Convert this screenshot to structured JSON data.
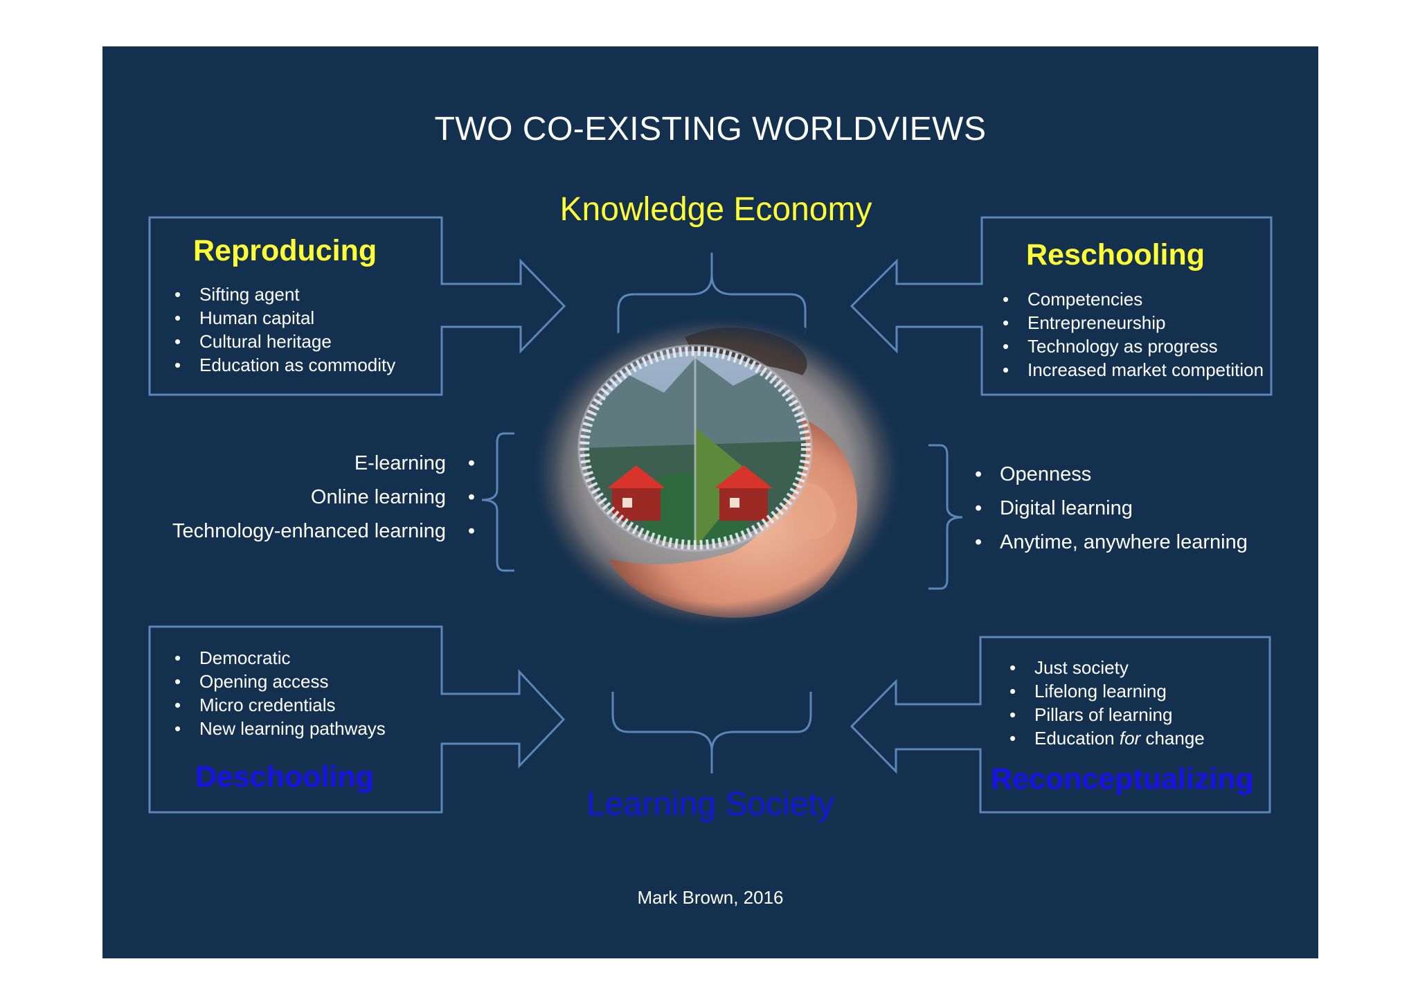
{
  "title": "TWO CO-EXISTING WORLDVIEWS",
  "center": {
    "top_label": "Knowledge Economy",
    "bottom_label": "Learning Society"
  },
  "quadrants": {
    "top_left": {
      "title": "Reproducing",
      "items": [
        "Sifting agent",
        "Human capital",
        "Cultural heritage",
        "Education as commodity"
      ]
    },
    "top_right": {
      "title": "Reschooling",
      "items": [
        "Competencies",
        "Entrepreneurship",
        "Technology as progress",
        "Increased market competition"
      ]
    },
    "bottom_left": {
      "title": "Deschooling",
      "items": [
        "Democratic",
        "Opening access",
        "Micro credentials",
        "New learning pathways"
      ]
    },
    "bottom_right": {
      "title": "Reconceptualizing",
      "items": [
        "Just society",
        "Lifelong learning",
        "Pillars of learning"
      ],
      "last_item": {
        "pre": "Education ",
        "emph": "for",
        "post": " change"
      }
    }
  },
  "middle_left": {
    "items": [
      "E-learning",
      "Online learning",
      "Technology-enhanced learning"
    ]
  },
  "middle_right": {
    "items": [
      "Openness",
      "Digital learning",
      "Anytime, anywhere learning"
    ]
  },
  "credit": "Mark Brown, 2016",
  "colors": {
    "slide_bg": "#13304f",
    "outline": "#5b86b8",
    "accent_yellow": "#ffff33",
    "accent_blue": "#1a10e8"
  },
  "image": {
    "subject": "hand holding a crystal ball / lens showing a mountain valley with a red hut"
  }
}
